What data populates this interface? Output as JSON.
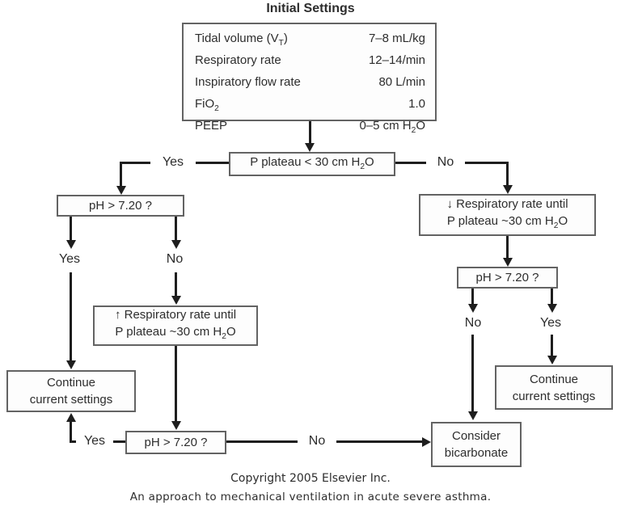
{
  "colors": {
    "background": "#ffffff",
    "box-border": "#636363",
    "box-fill": "#fdfdfd",
    "text": "#2d2d2d",
    "line": "#1e1e1e"
  },
  "title": "Initial Settings",
  "settings_box": {
    "rows": [
      {
        "label_pre": "Tidal volume (V",
        "label_sub": "T",
        "label_post": ")",
        "value_pre": "7–8 mL/kg",
        "value_sub": "",
        "value_post": ""
      },
      {
        "label_pre": "Respiratory rate",
        "label_sub": "",
        "label_post": "",
        "value_pre": "12–14/min",
        "value_sub": "",
        "value_post": ""
      },
      {
        "label_pre": "Inspiratory flow rate",
        "label_sub": "",
        "label_post": "",
        "value_pre": "80 L/min",
        "value_sub": "",
        "value_post": ""
      },
      {
        "label_pre": "FiO",
        "label_sub": "2",
        "label_post": "",
        "value_pre": "1.0",
        "value_sub": "",
        "value_post": ""
      },
      {
        "label_pre": "PEEP",
        "label_sub": "",
        "label_post": "",
        "value_pre": "0–5 cm H",
        "value_sub": "2",
        "value_post": "O"
      }
    ]
  },
  "nodes": {
    "p_plateau": {
      "pre": "P plateau < 30 cm H",
      "sub": "2",
      "post": "O"
    },
    "ph_left": {
      "text": "pH > 7.20 ?"
    },
    "ph_right": {
      "text": "pH > 7.20 ?"
    },
    "ph_bottom": {
      "text": "pH > 7.20 ?"
    },
    "up_resp": {
      "line1": "↑ Respiratory rate until",
      "line2_pre": "P plateau ~30 cm H",
      "line2_sub": "2",
      "line2_post": "O"
    },
    "down_resp": {
      "line1": "↓ Respiratory rate until",
      "line2_pre": "P plateau ~30 cm H",
      "line2_sub": "2",
      "line2_post": "O"
    },
    "continue_left": {
      "line1": "Continue",
      "line2": "current settings"
    },
    "continue_right": {
      "line1": "Continue",
      "line2": "current settings"
    },
    "consider": {
      "line1": "Consider",
      "line2": "bicarbonate"
    }
  },
  "edge_labels": {
    "plateau_yes": "Yes",
    "plateau_no": "No",
    "ph_left_yes": "Yes",
    "ph_left_no": "No",
    "ph_right_no": "No",
    "ph_right_yes": "Yes",
    "ph_bottom_yes": "Yes",
    "ph_bottom_no": "No"
  },
  "footer": {
    "copyright": "Copyright 2005 Elsevier Inc.",
    "caption": "An approach to mechanical ventilation in acute severe asthma."
  }
}
